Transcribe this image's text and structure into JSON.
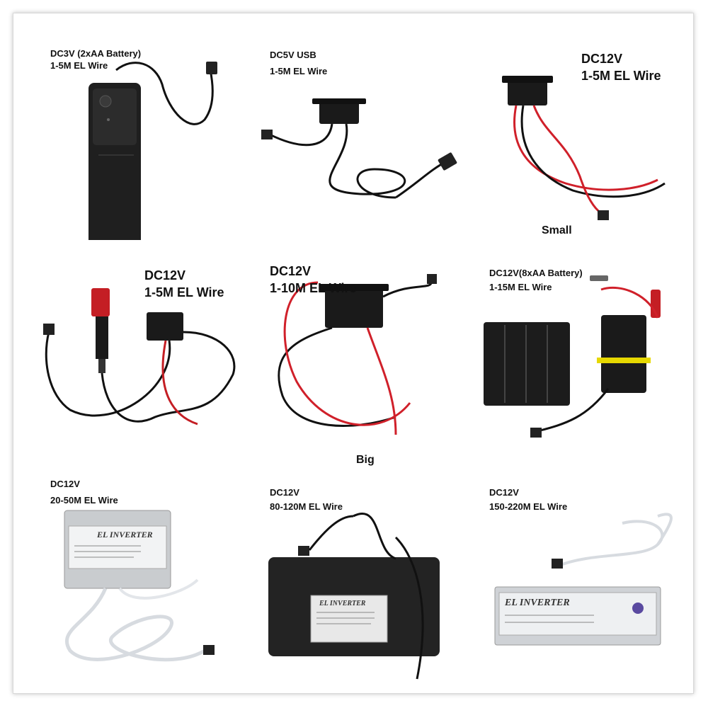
{
  "products": [
    {
      "line1": "DC3V  (2xAA Battery)",
      "line2": "1-5M EL Wire"
    },
    {
      "line1": "DC5V USB",
      "line2": "1-5M EL Wire"
    },
    {
      "line1": "DC12V",
      "line2": "1-5M EL Wire",
      "caption": "Small"
    },
    {
      "line1": "DC12V",
      "line2": "1-5M EL Wire"
    },
    {
      "line1": "DC12V",
      "line2": "1-10M EL Wire",
      "caption": "Big"
    },
    {
      "line1": "DC12V(8xAA Battery)",
      "line2": "1-15M EL Wire"
    },
    {
      "line1": "DC12V",
      "line2": "20-50M EL Wire",
      "device_text": "EL INVERTER"
    },
    {
      "line1": "DC12V",
      "line2": "80-120M EL Wire",
      "device_text": "EL INVERTER"
    },
    {
      "line1": "DC12V",
      "line2": "150-220M EL Wire",
      "device_text": "EL INVERTER"
    }
  ]
}
